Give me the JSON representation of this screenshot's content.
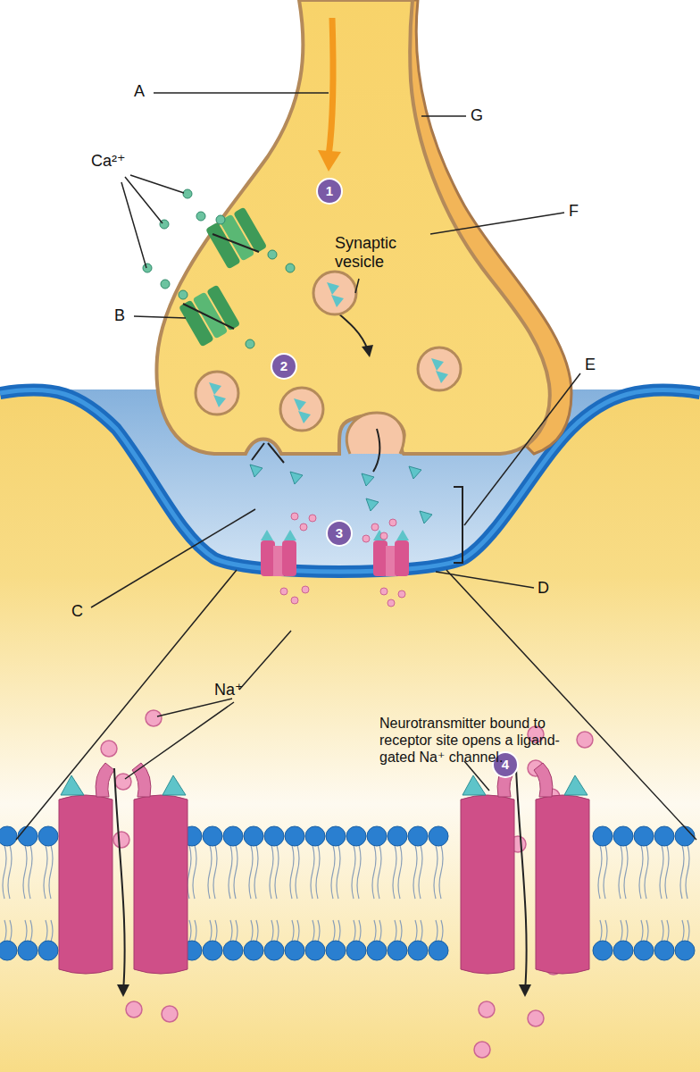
{
  "diagram": {
    "labels": [
      "A",
      "G",
      "F",
      "Ca²⁺",
      "B",
      "Synaptic vesicle",
      "E",
      "C",
      "D",
      "Na⁺",
      "Neurotransmitter bound to receptor site opens a ligand-gated Na⁺ channel.",
      "1",
      "2",
      "3",
      "4"
    ]
  }
}
